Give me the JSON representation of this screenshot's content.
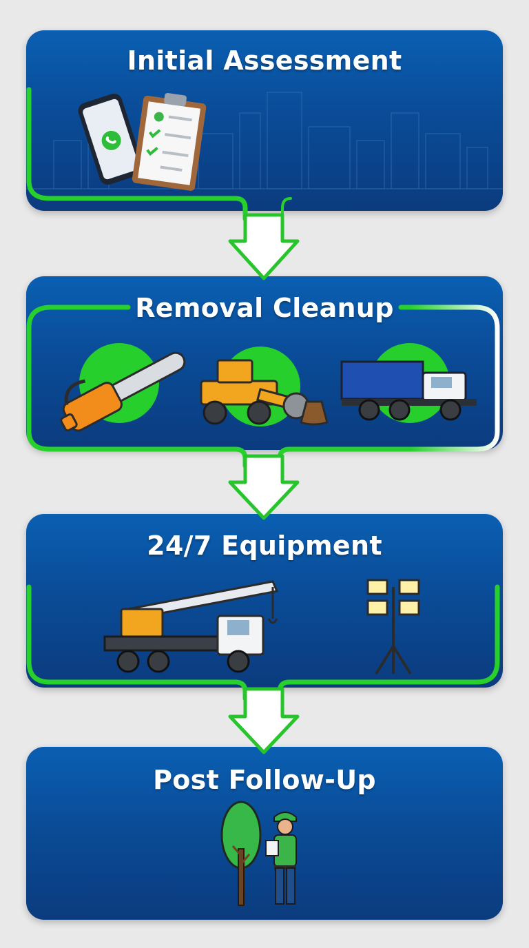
{
  "steps": [
    {
      "title": "Initial Assessment",
      "icons": [
        "phone-icon",
        "clipboard-checklist-icon",
        "city-skyline"
      ]
    },
    {
      "title": "Removal Cleanup",
      "icons": [
        "chainsaw-icon",
        "stump-grinder-icon",
        "dump-truck-icon"
      ]
    },
    {
      "title": "24/7 Equipment",
      "icons": [
        "crane-truck-icon",
        "light-tower-icon"
      ]
    },
    {
      "title": "Post Follow-Up",
      "icons": [
        "tree-icon",
        "arborist-icon"
      ]
    }
  ],
  "colors": {
    "card_blue": "#0a4c98",
    "accent_green": "#2ad92a",
    "background": "#e9e9ea"
  }
}
